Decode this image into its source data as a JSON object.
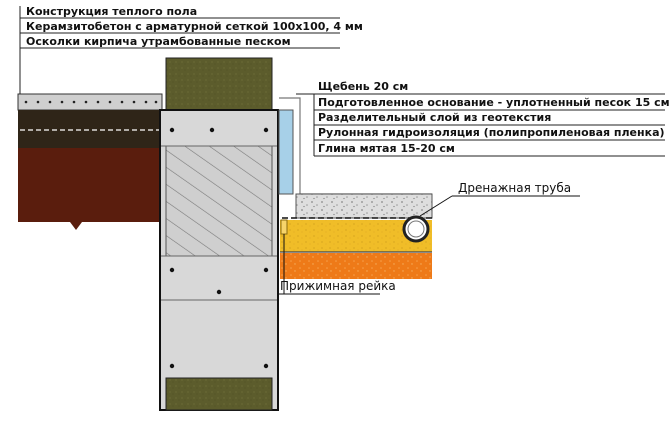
{
  "left_labels": [
    "Конструкция теплого пола",
    "Керамзитобетон с арматурной сеткой 100х100, 4 мм",
    "Осколки кирпича утрамбованные  песком"
  ],
  "right_labels": [
    "Щебень 20 см",
    "Подготовленное основание - уплотненный песок 15 см",
    "Разделительный слой из геотекстия",
    "Рулонная гидроизоляция (полипропиленовая пленка)",
    "Глина мятая 15-20 см"
  ],
  "drain_label": "Дренажная труба",
  "clamp_label": "Прижимная рейка",
  "colors": {
    "concrete": "#d9d9d9",
    "insulation_green": "#5a5a2a",
    "brown_soil": "#5c1e0e",
    "dark_layer": "#2e2416",
    "sand_yellow": "#f2c12a",
    "clay_orange": "#ef7d1a",
    "gravel": "#dcdcdc",
    "waterproof_blue": "#a9cfe6"
  }
}
